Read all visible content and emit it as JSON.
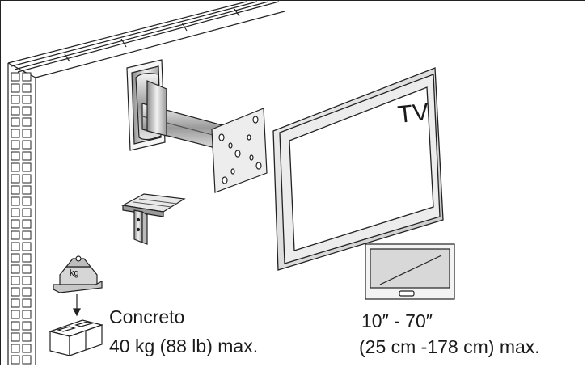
{
  "tv_label": "TV",
  "weight_unit": "kg",
  "material": "Concreto",
  "max_weight": "40 kg (88 lb) max.",
  "screen_range": "10″ - 70″",
  "screen_range_cm": "(25 cm -178 cm) max."
}
